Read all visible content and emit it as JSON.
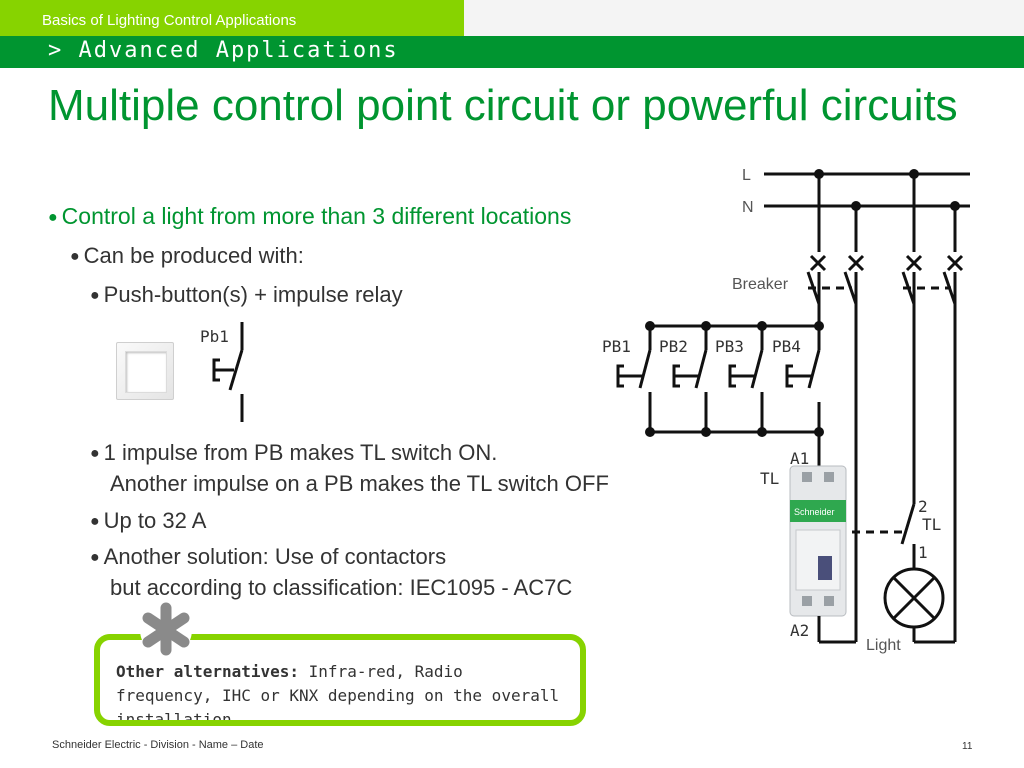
{
  "header": {
    "top_title": "Basics of Lighting Control Applications",
    "sub_title": "> Advanced Applications"
  },
  "slide": {
    "title": "Multiple control point circuit or powerful circuits",
    "bullet1": "Control a light from more than 3 different locations",
    "bullet2": "Can be produced with:",
    "bullet3": "Push-button(s) + impulse relay",
    "bullet4_line1": "1 impulse from PB makes TL switch ON.",
    "bullet4_line2": "Another impulse on a PB makes the TL switch OFF",
    "bullet5": "Up to 32 A",
    "bullet6_line1": "Another solution: Use of contactors",
    "bullet6_line2": "but according to classification: IEC1095 - AC7C",
    "pb_symbol_label": "Pb1"
  },
  "callout": {
    "bold": "Other alternatives:",
    "text": " Infra-red, Radio frequency, IHC or KNX depending on the overall installation"
  },
  "diagram": {
    "line_l": "L",
    "line_n": "N",
    "breaker": "Breaker",
    "pb1": "PB1",
    "pb2": "PB2",
    "pb3": "PB3",
    "pb4": "PB4",
    "a1": "A1",
    "tl_relay": "TL",
    "a2": "A2",
    "contact_2": "2",
    "contact_tl": "TL",
    "contact_1": "1",
    "light": "Light",
    "relay_brand": "Schneider"
  },
  "footer": {
    "text": "Schneider Electric - Division - Name – Date",
    "page": "11"
  },
  "colors": {
    "green_dark": "#009530",
    "green_light": "#87d300"
  }
}
